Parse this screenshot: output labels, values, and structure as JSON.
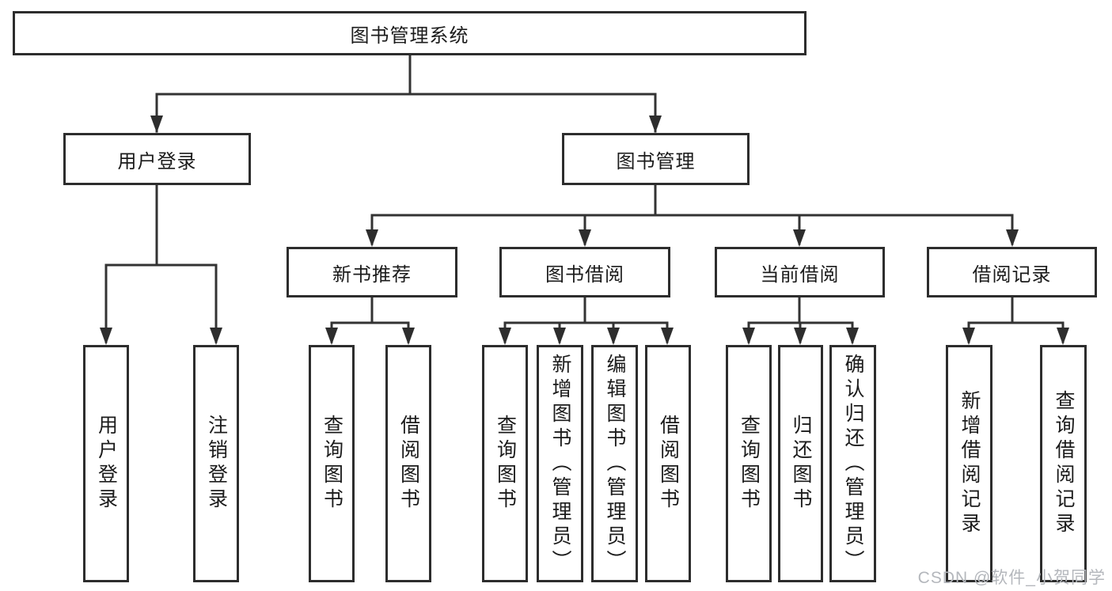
{
  "diagram_title": "图书管理系统",
  "nodes": {
    "root": "图书管理系统",
    "user_login": "用户登录",
    "book_mgmt": "图书管理",
    "new_books": "新书推荐",
    "book_borrow": "图书借阅",
    "current_borrow": "当前借阅",
    "borrow_records": "借阅记录",
    "leaf_login": "用户登录",
    "leaf_logout": "注销登录",
    "leaf_nb_query": "查询图书",
    "leaf_nb_borrow": "借阅图书",
    "leaf_bw_query": "查询图书",
    "leaf_bw_add": "新增图书（管理员）",
    "leaf_bw_edit": "编辑图书（管理员）",
    "leaf_bw_borrow": "借阅图书",
    "leaf_cb_query": "查询图书",
    "leaf_cb_return": "归还图书",
    "leaf_cb_confirm": "确认归还（管理员）",
    "leaf_rec_add": "新增借阅记录",
    "leaf_rec_query": "查询借阅记录"
  },
  "hierarchy": {
    "图书管理系统": {
      "用户登录": [
        "用户登录",
        "注销登录"
      ],
      "图书管理": {
        "新书推荐": [
          "查询图书",
          "借阅图书"
        ],
        "图书借阅": [
          "查询图书",
          "新增图书（管理员）",
          "编辑图书（管理员）",
          "借阅图书"
        ],
        "当前借阅": [
          "查询图书",
          "归还图书",
          "确认归还（管理员）"
        ],
        "借阅记录": [
          "新增借阅记录",
          "查询借阅记录"
        ]
      }
    }
  },
  "watermark": "CSDN @软件_小贺同学",
  "colors": {
    "background": "#ffffff",
    "box_border": "#2d2d2d",
    "line": "#333333",
    "arrow": "#2d2d2d",
    "text": "#1b1b1b",
    "watermark": "#b4b7bc"
  }
}
